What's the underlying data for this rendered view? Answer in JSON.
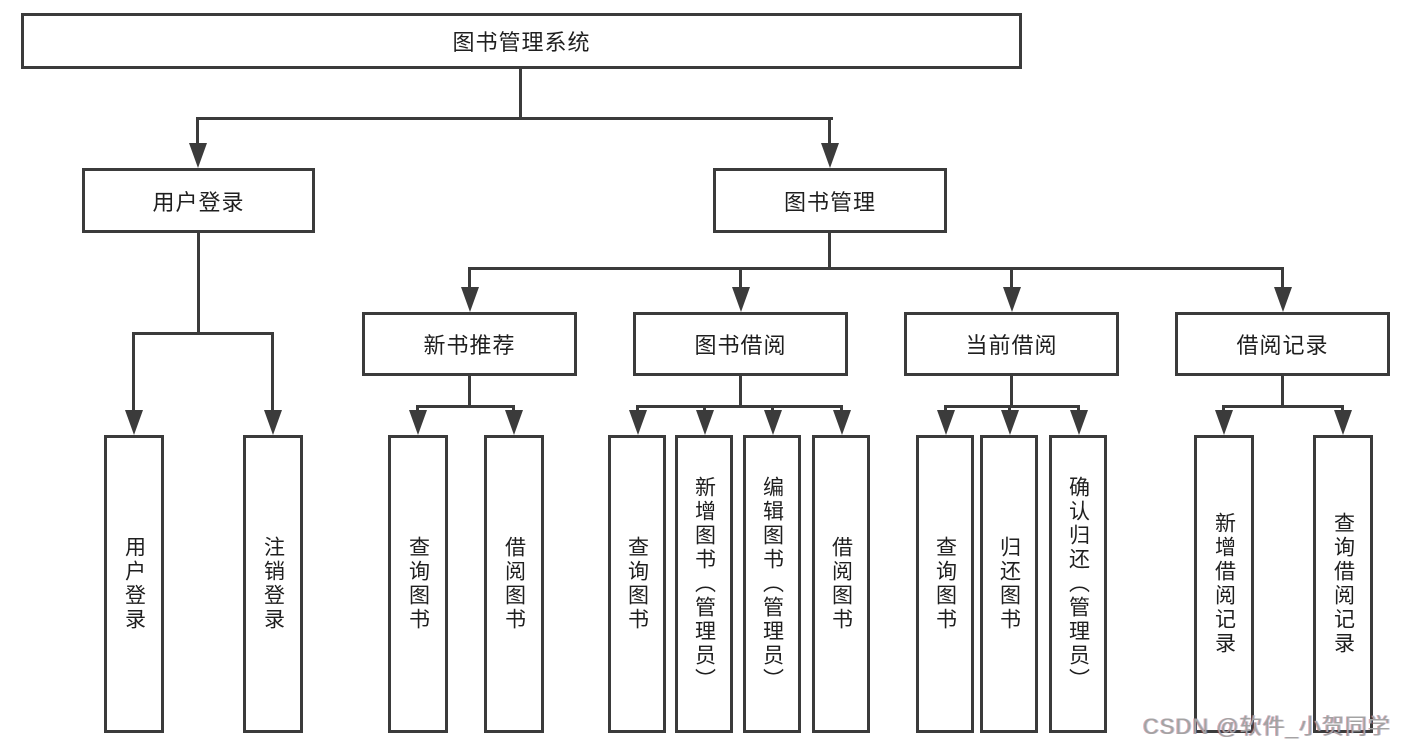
{
  "diagram_type": "hierarchy-tree",
  "nodes": {
    "root": {
      "label": "图书管理系统"
    },
    "user_login": {
      "label": "用户登录"
    },
    "book_mgmt": {
      "label": "图书管理"
    },
    "new_book_rec": {
      "label": "新书推荐"
    },
    "book_borrow": {
      "label": "图书借阅"
    },
    "current_borrow": {
      "label": "当前借阅"
    },
    "borrow_records": {
      "label": "借阅记录"
    },
    "user_login_leaf": {
      "label": "用户登录"
    },
    "logout": {
      "label": "注销登录"
    },
    "rec_query_book": {
      "label": "查询图书"
    },
    "rec_borrow_book": {
      "label": "借阅图书"
    },
    "bb_query_book": {
      "label": "查询图书"
    },
    "bb_add_book": {
      "label": "新增图书（管理员）"
    },
    "bb_edit_book": {
      "label": "编辑图书（管理员）"
    },
    "bb_borrow_book": {
      "label": "借阅图书"
    },
    "cb_query_book": {
      "label": "查询图书"
    },
    "cb_return_book": {
      "label": "归还图书"
    },
    "cb_confirm_return": {
      "label": "确认归还（管理员）"
    },
    "br_add_record": {
      "label": "新增借阅记录"
    },
    "br_query_record": {
      "label": "查询借阅记录"
    }
  },
  "hierarchy": {
    "图书管理系统": {
      "用户登录": [
        "用户登录",
        "注销登录"
      ],
      "图书管理": {
        "新书推荐": [
          "查询图书",
          "借阅图书"
        ],
        "图书借阅": [
          "查询图书",
          "新增图书（管理员）",
          "编辑图书（管理员）",
          "借阅图书"
        ],
        "当前借阅": [
          "查询图书",
          "归还图书",
          "确认归还（管理员）"
        ],
        "借阅记录": [
          "新增借阅记录",
          "查询借阅记录"
        ]
      }
    }
  },
  "watermark": {
    "text": "CSDN @软件_小贺同学"
  },
  "colors": {
    "background": "#ffffff",
    "line": "#3b3b3b",
    "box_border": "#3b3b3b",
    "box_fill": "#ffffff",
    "text": "#1f1f1f",
    "watermark": "#a3a3a3"
  }
}
